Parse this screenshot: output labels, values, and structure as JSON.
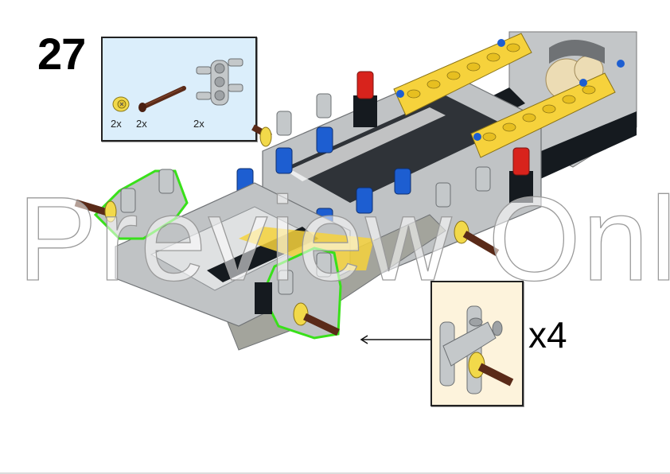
{
  "step": {
    "number": "27"
  },
  "parts_list": {
    "background": "#dbeefb",
    "items": [
      {
        "name": "yellow-bush",
        "color": "#f2d94a",
        "qty": "2x"
      },
      {
        "name": "brown-axle",
        "color": "#5a2a18",
        "qty": "2x"
      },
      {
        "name": "grey-cross-block-with-pins",
        "color": "#b9bdbf",
        "qty": "2x"
      }
    ]
  },
  "subassembly_callout": {
    "background": "#fdf3dc",
    "multiplier": "x4"
  },
  "watermark": {
    "text": "Preview Only"
  },
  "colors": {
    "highlight_outline": "#39e01a",
    "frame_grey": "#bcbfc1",
    "beam_yellow": "#f6d23c",
    "pin_blue": "#1d5ed1",
    "pin_red": "#d8231c",
    "axle_brown": "#5a2a18",
    "black_part": "#151a1f",
    "gear_tan": "#ecdcb4"
  }
}
